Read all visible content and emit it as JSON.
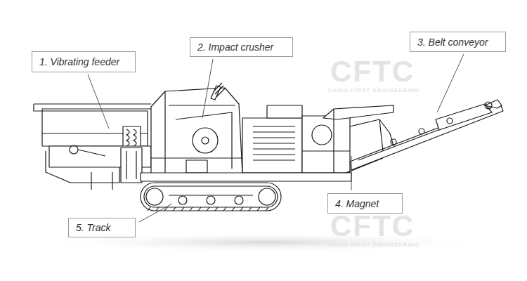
{
  "diagram": {
    "nodes": [
      {
        "text": [
          "1. Vibrating feeder"
        ]
      },
      {
        "text": [
          "2. Impact crusher"
        ]
      },
      {
        "text": [
          "3. Belt conveyor"
        ]
      },
      {
        "text": [
          "4. Magnet"
        ]
      },
      {
        "text": [
          "5. Track"
        ]
      }
    ],
    "labels": [
      "CFTC",
      "CHINA FIRST ENGINEERING",
      "CFTC",
      "CHINA FIRST ENGINEERING"
    ]
  }
}
